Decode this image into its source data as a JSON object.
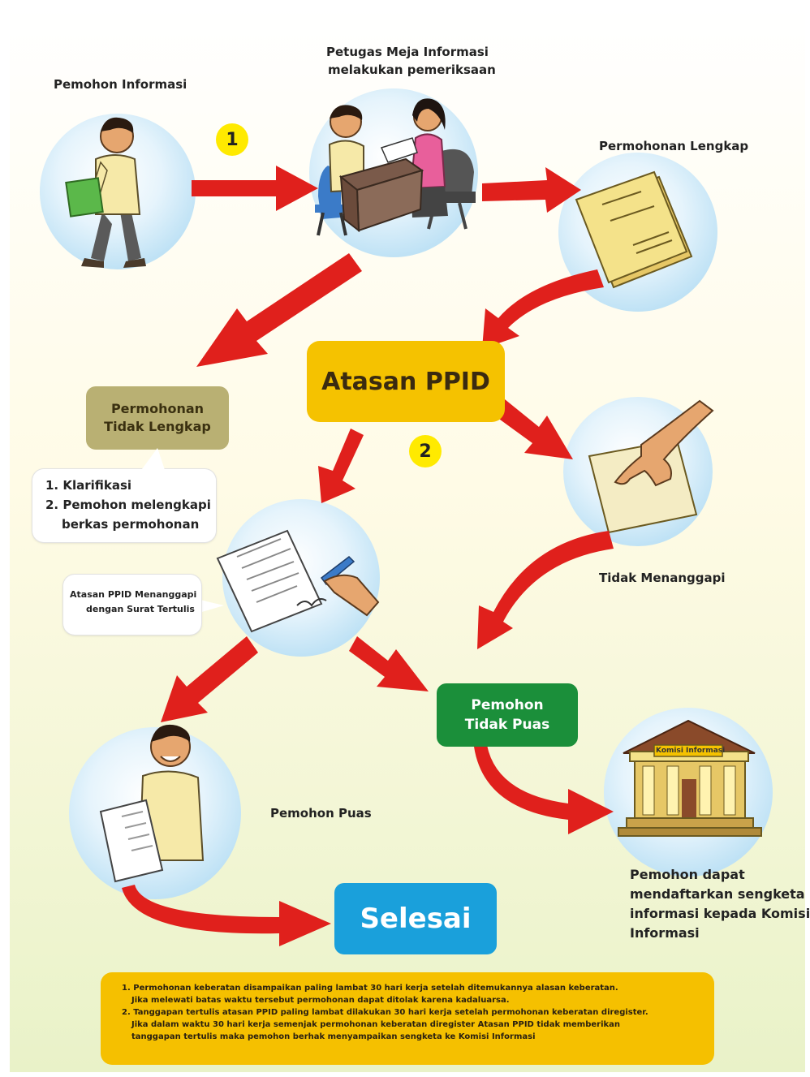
{
  "labels": {
    "pemohon_informasi": "Pemohon  Informasi",
    "petugas_line1": "Petugas Meja Informasi",
    "petugas_line2": "melakukan pemeriksaan",
    "permohonan_lengkap": "Permohonan Lengkap",
    "tidak_menanggapi": "Tidak Menanggapi",
    "pemohon_puas": "Pemohon Puas",
    "komisi_line1": "Pemohon dapat",
    "komisi_line2": "mendaftarkan sengketa",
    "komisi_line3": "informasi kepada Komisi",
    "komisi_line4": "Informasi",
    "building_sign": "Komisi Informasi"
  },
  "steps": {
    "one": "1",
    "two": "2"
  },
  "boxes": {
    "atasan_ppid": "Atasan PPID",
    "tidak_lengkap_line1": "Permohonan",
    "tidak_lengkap_line2": "Tidak Lengkap",
    "tidak_puas_line1": "Pemohon",
    "tidak_puas_line2": "Tidak Puas",
    "selesai": "Selesai"
  },
  "notes": {
    "klarifikasi": "1. Klarifikasi",
    "melengkapi_line1": "2. Pemohon melengkapi",
    "melengkapi_line2": "berkas permohonan",
    "menanggapi_line1": "Atasan PPID Menanggapi",
    "menanggapi_line2": "dengan Surat Tertulis"
  },
  "footnote": {
    "n1_line1": "1. Permohonan keberatan disampaikan paling lambat 30 hari kerja setelah ditemukannya alasan keberatan.",
    "n1_line2": "Jika melewati batas waktu tersebut permohonan dapat ditolak karena kadaluarsa.",
    "n2_line1": "2. Tanggapan tertulis atasan PPID paling lambat dilakukan 30 hari kerja setelah permohonan keberatan diregister.",
    "n2_line2": "Jika dalam waktu 30 hari kerja semenjak permohonan keberatan diregister Atasan PPID tidak memberikan",
    "n2_line3": "tanggapan tertulis maka pemohon berhak menyampaikan sengketa ke Komisi Informasi"
  },
  "colors": {
    "arrow": "#e0201c",
    "atasan": "#f5c200",
    "tidak_lengkap": "#b9b073",
    "tidak_puas": "#1b8f3a",
    "selesai": "#1aa0db",
    "footnote": "#f5c000",
    "bubble": "#cfe9f7",
    "step_circle": "#ffea00"
  }
}
